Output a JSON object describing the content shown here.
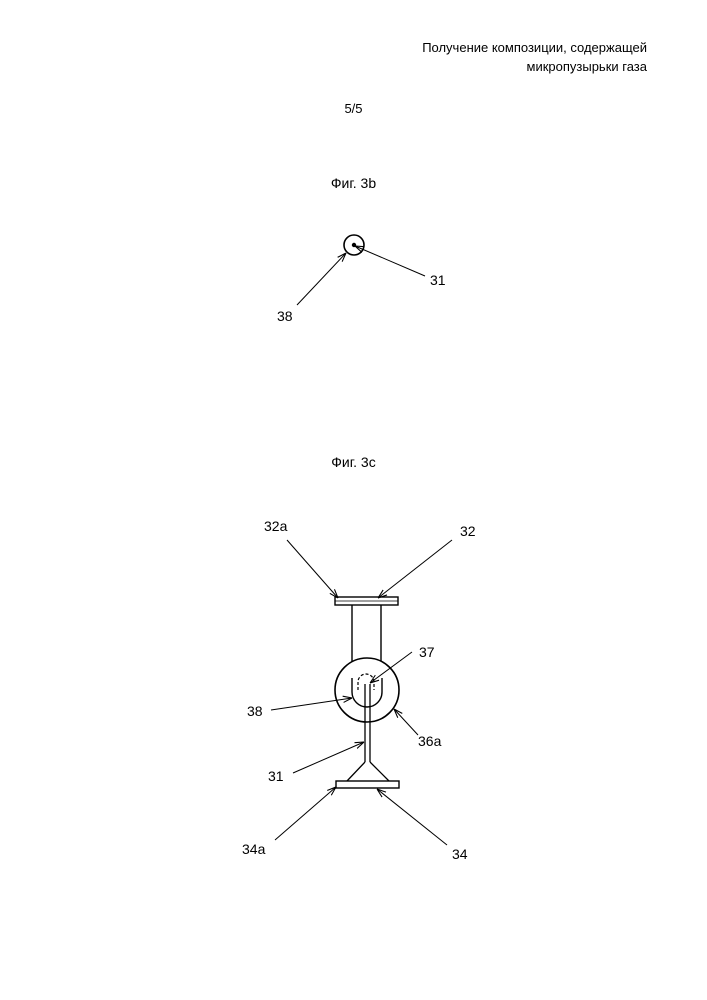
{
  "header": {
    "line1": "Получение композиции, содержащей",
    "line2": "микропузырьки газа"
  },
  "page_number": "5/5",
  "figures": {
    "fig3b": {
      "title": "Фиг. 3b",
      "labels": {
        "l31": "31",
        "l38": "38"
      }
    },
    "fig3c": {
      "title": "Фиг. 3c",
      "labels": {
        "l32a": "32a",
        "l32": "32",
        "l37": "37",
        "l38": "38",
        "l36a": "36a",
        "l31": "31",
        "l34a": "34a",
        "l34": "34"
      }
    }
  }
}
